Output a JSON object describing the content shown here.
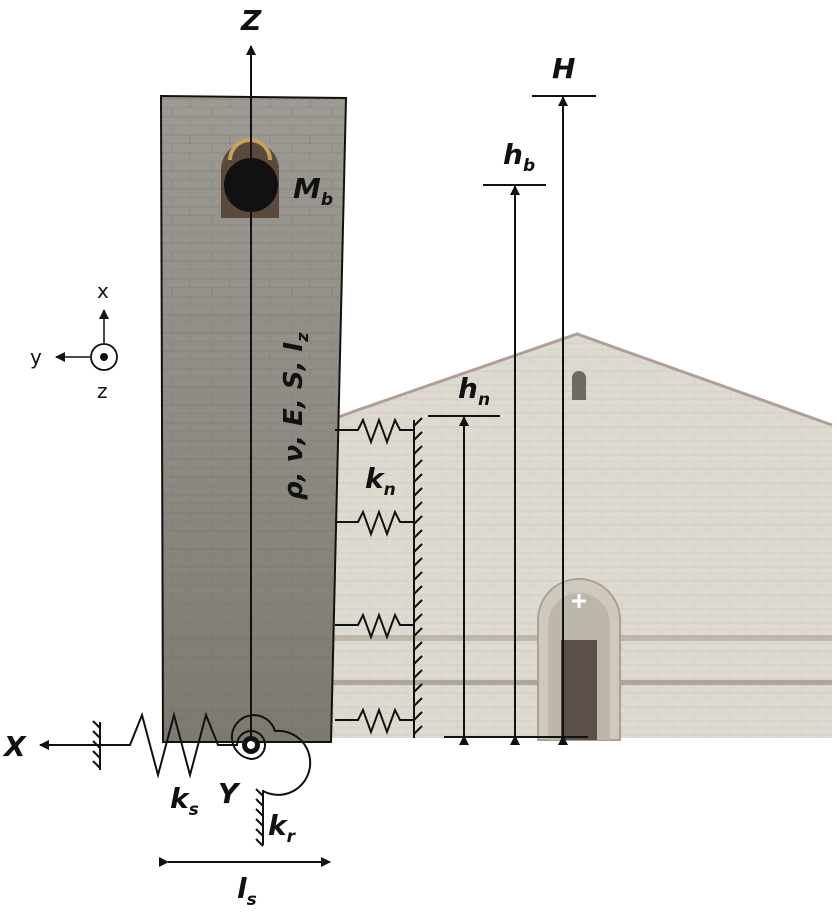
{
  "labels": {
    "z_axis": "Z",
    "x_axis": "X",
    "y_support": "Y",
    "mass": "M",
    "mass_sub": "b",
    "tower_props": "ρ, ν, E, S, I",
    "tower_props_sub": "z",
    "k_n": "k",
    "k_n_sub": "n",
    "k_s": "k",
    "k_s_sub": "s",
    "k_r": "k",
    "k_r_sub": "r",
    "l_s": "l",
    "l_s_sub": "s",
    "H": "H",
    "h_b": "h",
    "h_b_sub": "b",
    "h_n": "h",
    "h_n_sub": "n"
  },
  "triad": {
    "x": "x",
    "y": "y",
    "z": "z"
  },
  "colors": {
    "tower_stone": "#8d8b84",
    "church_facade": "#dedad2",
    "roof_edge": "#b29e98",
    "ink": "#111111"
  }
}
